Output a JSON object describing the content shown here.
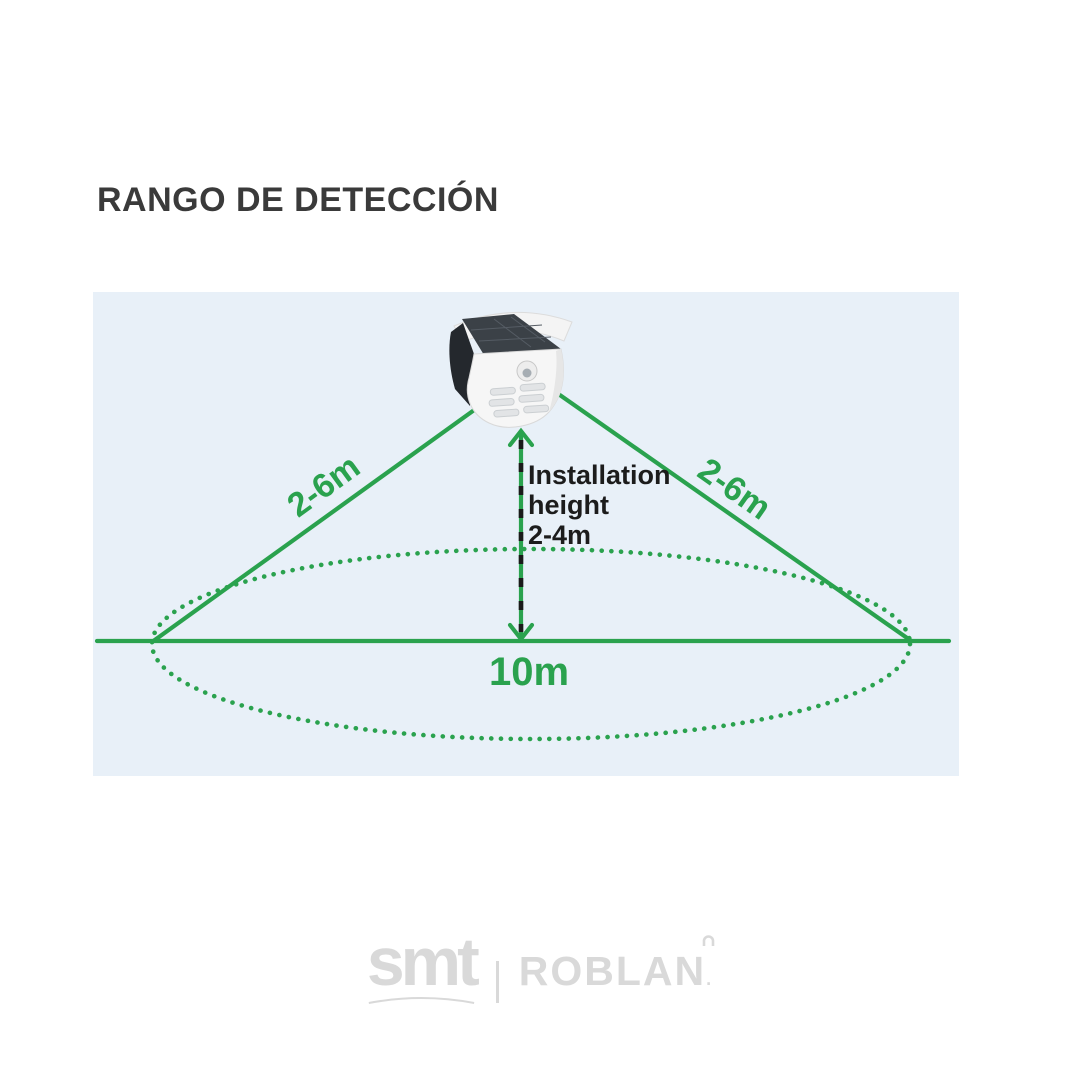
{
  "title": "RANGO DE DETECCIÓN",
  "diagram": {
    "left_range_label": "2-6m",
    "right_range_label": "2-6m",
    "installation_height_lines": [
      "Installation",
      "height",
      "2-4m"
    ],
    "ground_width_label": "10m"
  },
  "footer": {
    "brand_left": "smt",
    "brand_right": "ROBLAN",
    "brand_right_dot": "."
  },
  "colors": {
    "green": "#2aa24e",
    "panel_bg": "#e8f0f8",
    "title_text": "#3a3a3a",
    "diagram_text": "#1c1c1c",
    "logo_gray": "#d9d9d9",
    "dash_black": "#1a1a1a"
  }
}
